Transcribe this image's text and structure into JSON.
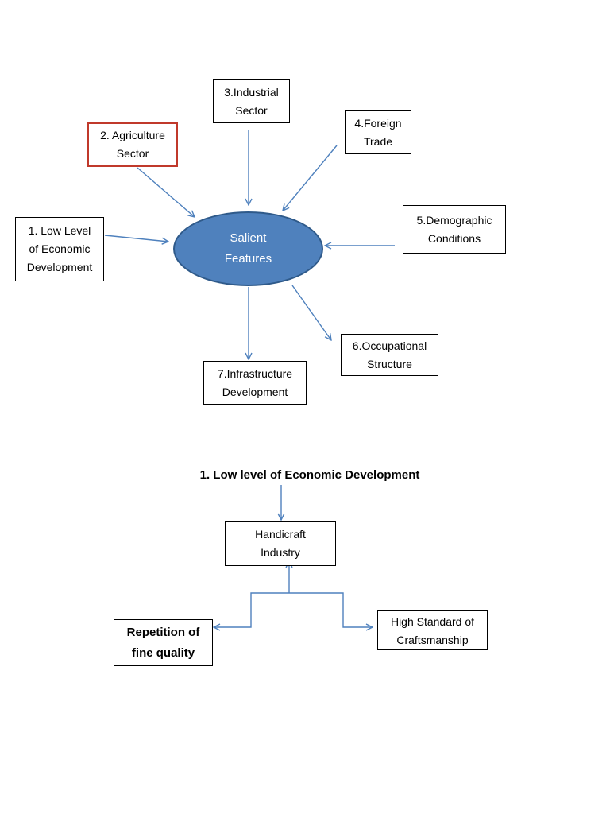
{
  "colors": {
    "connector": "#4f81bd",
    "ellipse_fill": "#4f81bd",
    "ellipse_text": "#ffffff",
    "highlight_border": "#c0392b"
  },
  "top_diagram": {
    "center": "Salient\nFeatures",
    "nodes": {
      "low_level": "1. Low Level\nof Economic\nDevelopment",
      "agriculture": "2. Agriculture\nSector",
      "industrial": "3.Industrial\nSector",
      "foreign_trade": "4.Foreign\nTrade",
      "demographic": "5.Demographic\nConditions",
      "occupational": "6.Occupational\nStructure",
      "infrastructure": "7.Infrastructure\nDevelopment"
    }
  },
  "bottom_diagram": {
    "heading": "1.  Low level of Economic Development",
    "handicraft": "Handicraft\nIndustry",
    "repetition": "Repetition of\nfine quality",
    "high_standard": "High Standard of\nCraftsmanship"
  }
}
